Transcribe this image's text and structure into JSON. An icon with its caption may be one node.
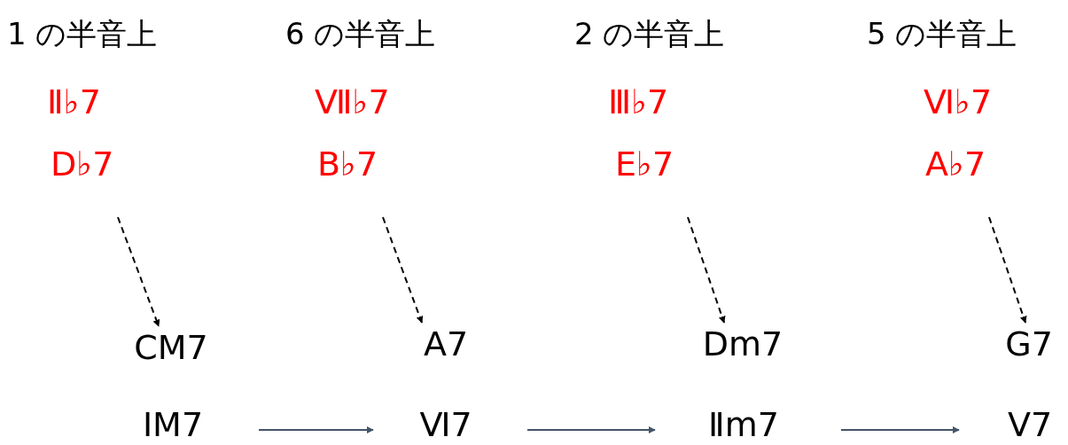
{
  "diagram": {
    "nodes": [
      {
        "text": [
          "1 の半音上",
          "Ⅱ♭7",
          "D♭7"
        ]
      },
      {
        "text": [
          "6 の半音上",
          "Ⅶ♭7",
          "B♭7"
        ]
      },
      {
        "text": [
          "2 の半音上",
          "Ⅲ♭7",
          "E♭7"
        ]
      },
      {
        "text": [
          "5 の半音上",
          "Ⅵ♭7",
          "A♭7"
        ]
      },
      {
        "text": [
          "CM7"
        ]
      },
      {
        "text": [
          "A7"
        ]
      },
      {
        "text": [
          "Dm7"
        ]
      },
      {
        "text": [
          "G7"
        ]
      },
      {
        "text": [
          "IM7"
        ]
      },
      {
        "text": [
          "Ⅵ7"
        ]
      },
      {
        "text": [
          "Ⅱm7"
        ]
      },
      {
        "text": [
          "Ⅴ7"
        ]
      }
    ],
    "edges": [
      {
        "from": 0,
        "to": 4,
        "arrow": "to",
        "style": "dashed"
      },
      {
        "from": 1,
        "to": 5,
        "arrow": "to",
        "style": "dashed"
      },
      {
        "from": 2,
        "to": 6,
        "arrow": "to",
        "style": "dashed"
      },
      {
        "from": 3,
        "to": 7,
        "arrow": "to",
        "style": "dashed"
      },
      {
        "from": 8,
        "to": 9,
        "arrow": "to",
        "color": "#44546a"
      },
      {
        "from": 9,
        "to": 10,
        "arrow": "to",
        "color": "#44546a"
      },
      {
        "from": 10,
        "to": 11,
        "arrow": "to",
        "color": "#44546a"
      }
    ]
  }
}
